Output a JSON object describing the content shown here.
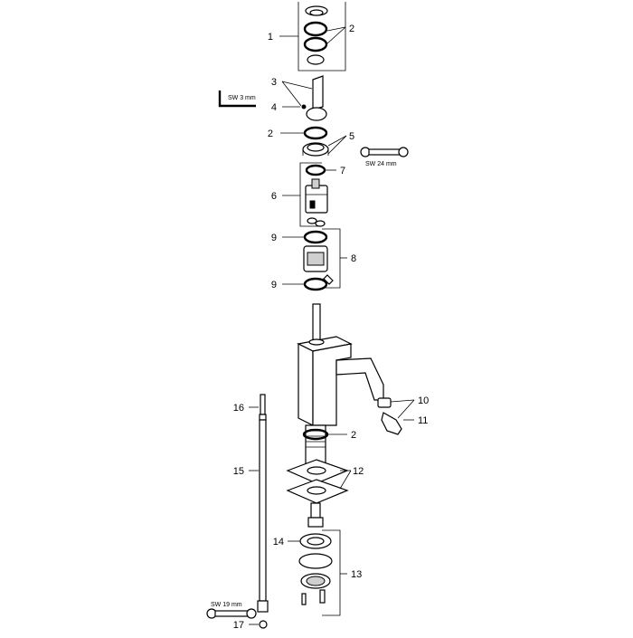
{
  "diagram": {
    "callouts": [
      "1",
      "2",
      "3",
      "4",
      "2",
      "5",
      "7",
      "6",
      "9",
      "8",
      "9",
      "10",
      "11",
      "16",
      "15",
      "2",
      "12",
      "14",
      "13",
      "17"
    ],
    "tools": {
      "hex_key": "SW 3 mm",
      "wrench_top": "SW 24 mm",
      "wrench_bottom": "SW 19 mm"
    }
  }
}
